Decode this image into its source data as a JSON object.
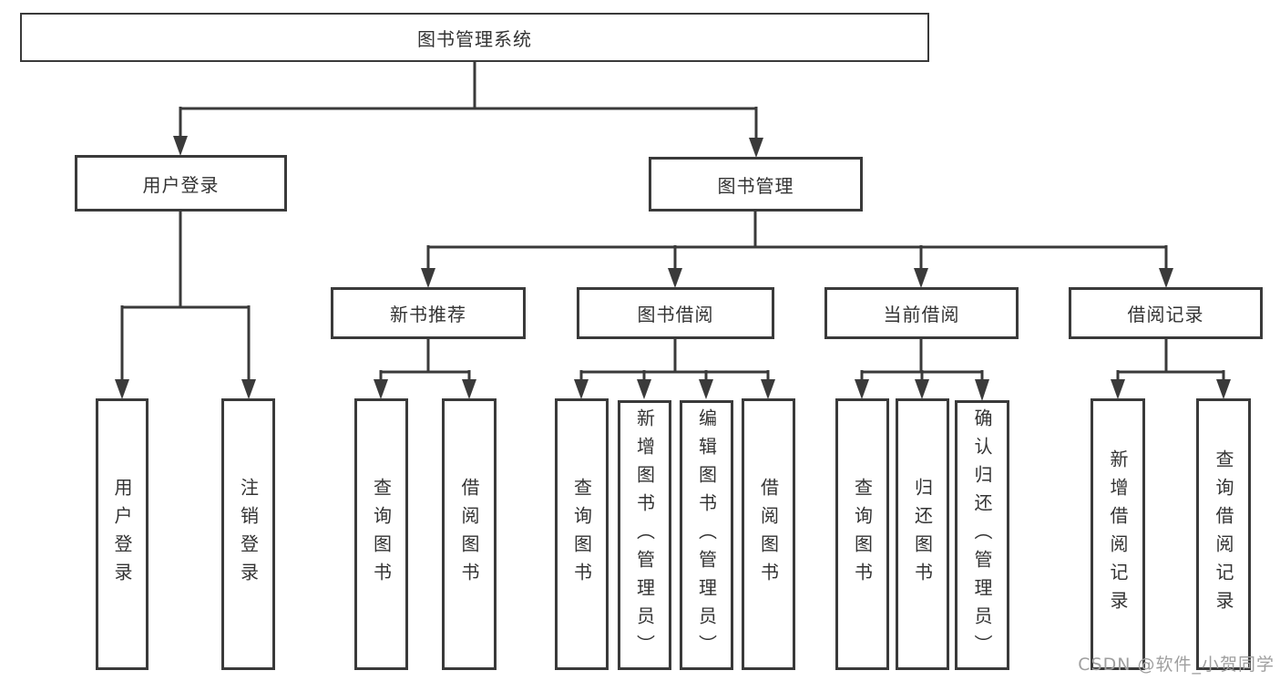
{
  "colors": {
    "line": "#3a3a3a",
    "box_border": "#3a3a3a",
    "text": "#333333",
    "watermark": "#9f9f9f",
    "background": "#ffffff"
  },
  "watermark": "CSDN @软件_小贺同学",
  "tree": {
    "label": "图书管理系统",
    "children": [
      {
        "label": "用户登录",
        "children": [
          {
            "label": "用户登录"
          },
          {
            "label": "注销登录"
          }
        ]
      },
      {
        "label": "图书管理",
        "children": [
          {
            "label": "新书推荐",
            "children": [
              {
                "label": "查询图书"
              },
              {
                "label": "借阅图书"
              }
            ]
          },
          {
            "label": "图书借阅",
            "children": [
              {
                "label": "查询图书"
              },
              {
                "label": "新增图书（管理员）"
              },
              {
                "label": "编辑图书（管理员）"
              },
              {
                "label": "借阅图书"
              }
            ]
          },
          {
            "label": "当前借阅",
            "children": [
              {
                "label": "查询图书"
              },
              {
                "label": "归还图书"
              },
              {
                "label": "确认归还（管理员）"
              }
            ]
          },
          {
            "label": "借阅记录",
            "children": [
              {
                "label": "新增借阅记录"
              },
              {
                "label": "查询借阅记录"
              }
            ]
          }
        ]
      }
    ]
  }
}
